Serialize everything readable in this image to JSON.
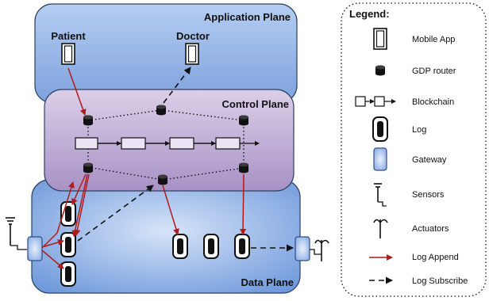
{
  "planes": {
    "application": "Application Plane",
    "control": "Control Plane",
    "data": "Data Plane"
  },
  "nodes": {
    "patient": "Patient",
    "doctor": "Doctor"
  },
  "legend": {
    "title": "Legend:",
    "items": [
      {
        "icon": "mobile-app-icon",
        "label": "Mobile App"
      },
      {
        "icon": "gdp-router-icon",
        "label": "GDP router"
      },
      {
        "icon": "blockchain-icon",
        "label": "Blockchain"
      },
      {
        "icon": "log-icon",
        "label": "Log"
      },
      {
        "icon": "gateway-icon",
        "label": "Gateway"
      },
      {
        "icon": "sensor-icon",
        "label": "Sensors"
      },
      {
        "icon": "actuator-icon",
        "label": "Actuators"
      },
      {
        "icon": "log-append-arrow-icon",
        "label": "Log Append"
      },
      {
        "icon": "log-subscribe-arrow-icon",
        "label": "Log Subscribe"
      }
    ]
  },
  "colors": {
    "application_plane": "#8fb3e6",
    "control_plane": "#b7a3cf",
    "data_plane": "#7fa6e0",
    "log_append": "#b01c1c",
    "log_subscribe": "#111111"
  }
}
